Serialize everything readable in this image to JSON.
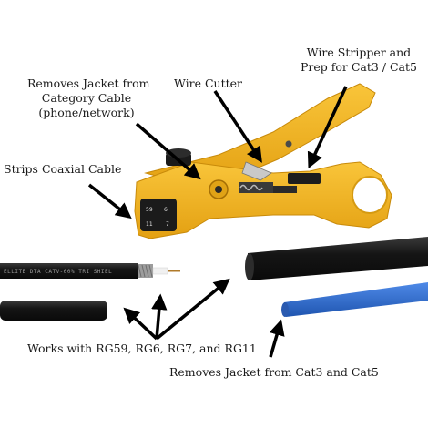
{
  "callouts": {
    "wire_stripper_line1": "Wire Stripper and",
    "wire_stripper_line2": "Prep for Cat3 / Cat5",
    "removes_jacket_line1": "Removes Jacket from",
    "removes_jacket_line2": "Category Cable",
    "removes_jacket_line3": "(phone/network)",
    "wire_cutter": "Wire Cutter",
    "strips_coax": "Strips Coaxial Cable",
    "works_with": "Works with RG59, RG6, RG7, and RG11",
    "removes_jacket_cat": "Removes Jacket from Cat3 and Cat5"
  },
  "tool": {
    "dial_labels": [
      "59",
      "6",
      "11",
      "7"
    ],
    "body_color": "#f2b41c",
    "accent_color": "#1b1b1b"
  },
  "cables": {
    "coax_print": "ELLITE DTA CATV-60% TRI SHIEL",
    "coax_color": "#1c1c1c",
    "cat_black_color": "#151515",
    "cat_blue_color": "#2d6bd1"
  }
}
